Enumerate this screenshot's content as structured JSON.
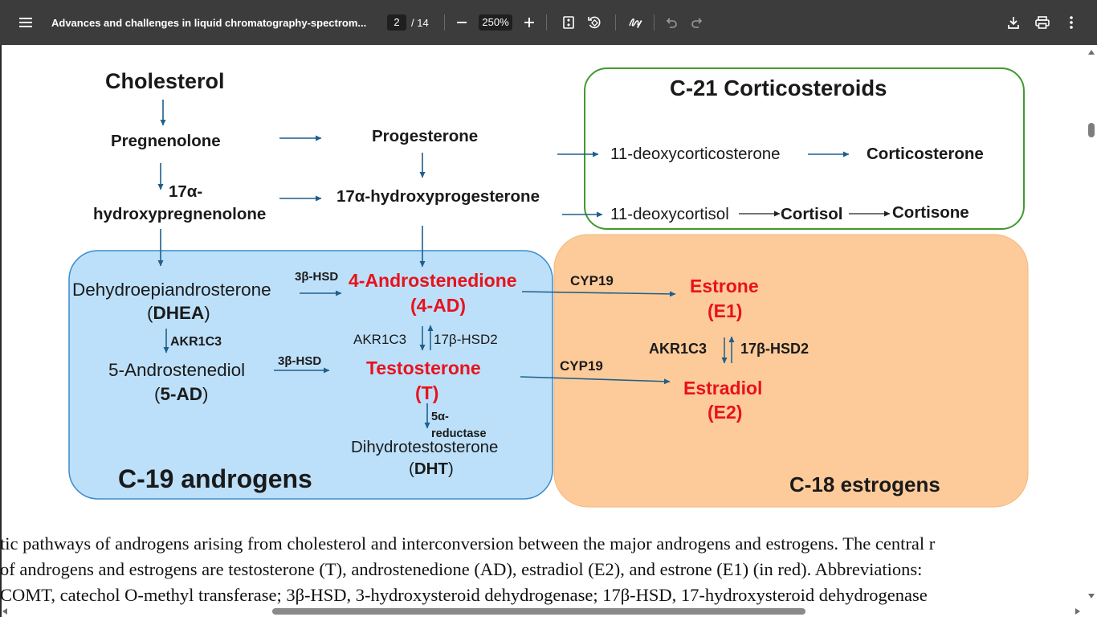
{
  "toolbar": {
    "title": "Advances and challenges in liquid chromatography-spectrom...",
    "current_page": "2",
    "total_pages": "/ 14",
    "zoom": "250%",
    "icons": [
      "menu-icon",
      "zoom-out-icon",
      "zoom-in-icon",
      "fit-page-icon",
      "rotate-icon",
      "annotate-icon",
      "undo-icon",
      "redo-icon",
      "download-icon",
      "print-icon",
      "more-icon"
    ]
  },
  "diagram": {
    "cholesterol": "Cholesterol",
    "pregnenolone": "Pregnenolone",
    "progesterone": "Progesterone",
    "hydroxypreg_line1": "17α-",
    "hydroxypreg_line2": "hydroxypregnenolone",
    "hydroxyprog": "17α-hydroxyprogesterone",
    "corticoid_title": "C-21 Corticosteroids",
    "deoxycorticosterone": "11-deoxycorticosterone",
    "corticosterone": "Corticosterone",
    "deoxycortisol": "11-deoxycortisol",
    "cortisol": "Cortisol",
    "cortisone": "Cortisone",
    "dhea_name": "Dehydroepiandrosterone",
    "dhea_abbr_open": "(",
    "dhea_abbr": "DHEA",
    "dhea_abbr_close": ")",
    "hsd3b_1": "3β-HSD",
    "androstenedione": "4-Androstenedione",
    "androstenedione_abbr": "(4-AD)",
    "akr1c3_left": "AKR1C3",
    "androstenediol": "5-Androstenediol",
    "androstenediol_abbr_open": "(",
    "androstenediol_abbr": "5-AD",
    "androstenediol_abbr_close": ")",
    "hsd3b_2": "3β-HSD",
    "akr1c3_mid": "AKR1C3",
    "hsd17b2_mid": "17β-HSD2",
    "testosterone": "Testosterone",
    "testosterone_abbr": "(T)",
    "reductase_line1": "5α-",
    "reductase_line2": "reductase",
    "dht_name": "Dihydrotestosterone",
    "dht_abbr_open": "(",
    "dht_abbr": "DHT",
    "dht_abbr_close": ")",
    "androgens_title": "C-19 androgens",
    "cyp19_1": "CYP19",
    "cyp19_2": "CYP19",
    "estrone": "Estrone",
    "estrone_abbr": "(E1)",
    "akr1c3_right": "AKR1C3",
    "hsd17b2_right": "17β-HSD2",
    "estradiol": "Estradiol",
    "estradiol_abbr": "(E2)",
    "estrogens_title": "C-18 estrogens",
    "colors": {
      "arrow": "#1f5f8b",
      "androgen_fill": "#bde0fa",
      "androgen_stroke": "#3a8ccc",
      "estrogen_fill": "#fdcb9a",
      "corticoid_stroke": "#3f9a2e",
      "highlight_red": "#e8121c"
    }
  },
  "caption": {
    "line1": "tic pathways of androgens arising from cholesterol and interconversion between the major androgens and estrogens. The central r",
    "line2": " of androgens and estrogens are testosterone (T), androstenedione (AD), estradiol (E2), and estrone (E1) (in red). Abbreviations:",
    "line3": "COMT,  catechol  O-methyl  transferase;  3β-HSD,  3-hydroxysteroid  dehydrogenase;  17β-HSD,  17-hydroxysteroid  dehydrogenase"
  }
}
